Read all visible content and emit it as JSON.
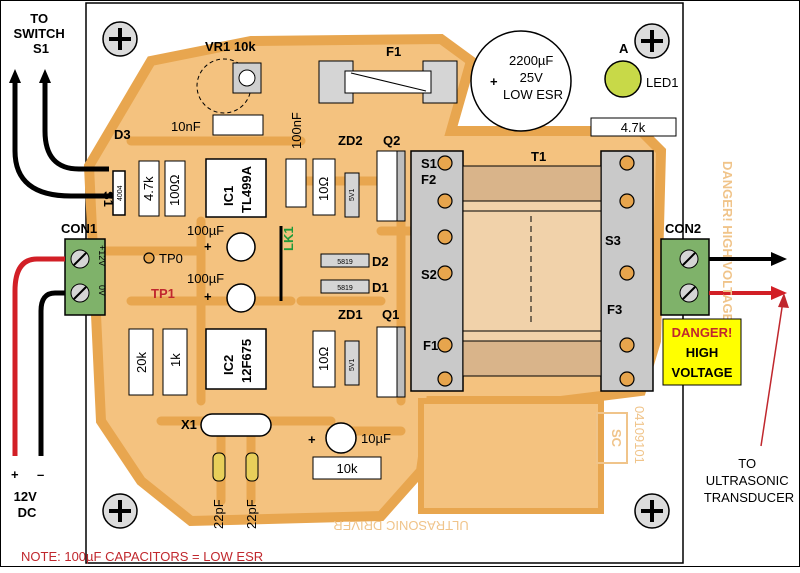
{
  "labels": {
    "to_switch": "TO\nSWITCH\nS1",
    "s1": "S1",
    "d3": "D3",
    "d3_part": "4004",
    "vr1": "VR1 10k",
    "f1": "F1",
    "cap_big": "2200µF\n25V\nLOW ESR",
    "led_a": "A",
    "led1": "LED1",
    "r_4k7_top": "4.7k",
    "c_10nf": "10nF",
    "c_100nf": "100nF",
    "zd2": "ZD2",
    "zd_part": "5V1",
    "q2": "Q2",
    "t1": "T1",
    "r_4k7": "4.7k",
    "r_100": "100Ω",
    "ic1_name": "IC1",
    "ic1_part": "TL499A",
    "r_10_top": "10Ω",
    "pin_s1": "S1",
    "pin_f2": "F2",
    "pin_s2": "S2",
    "pin_f1": "F1",
    "pin_s3": "S3",
    "pin_f3": "F3",
    "con1": "CON1",
    "con1_p12": "+12V",
    "con1_0v": "0V",
    "c_100uf_1": "100µF",
    "tp0": "TP0",
    "lk1": "LK1",
    "d2_part": "5819",
    "d2": "D2",
    "c_100uf_2": "100µF",
    "tp1": "TP1",
    "d1_part": "5819",
    "d1": "D1",
    "zd1": "ZD1",
    "q1": "Q1",
    "con2": "CON2",
    "danger_side": "DANGER! HIGH VOLTAGE",
    "r_20k": "20k",
    "r_1k": "1k",
    "ic2_name": "IC2",
    "ic2_part": "12F675",
    "r_10_bot": "10Ω",
    "x1": "X1",
    "c_10uf": "10µF",
    "r_10k": "10k",
    "c_22pf_1": "22pF",
    "c_22pf_2": "22pF",
    "sc_logo": "SC",
    "board_code": "04109101",
    "board_name": "ULTRASONIC DRIVER",
    "plus_sign": "+",
    "minus_sign": "–",
    "supply": "12V\nDC",
    "danger_box": "DANGER!\nHIGH\nVOLTAGE",
    "to_transducer": "TO\nULTRASONIC\nTRANSDUCER",
    "note": "NOTE: 100µF CAPACITORS = LOW ESR"
  },
  "colors": {
    "copper": "#e8a64f",
    "pad": "#e7a54d",
    "enclosure": "#ffffff",
    "terminal_green": "#7fb26a",
    "led_green": "#c8d948",
    "warning_yellow": "#ffff00",
    "note_red": "#c0272d",
    "wire_red": "#d21f26"
  }
}
